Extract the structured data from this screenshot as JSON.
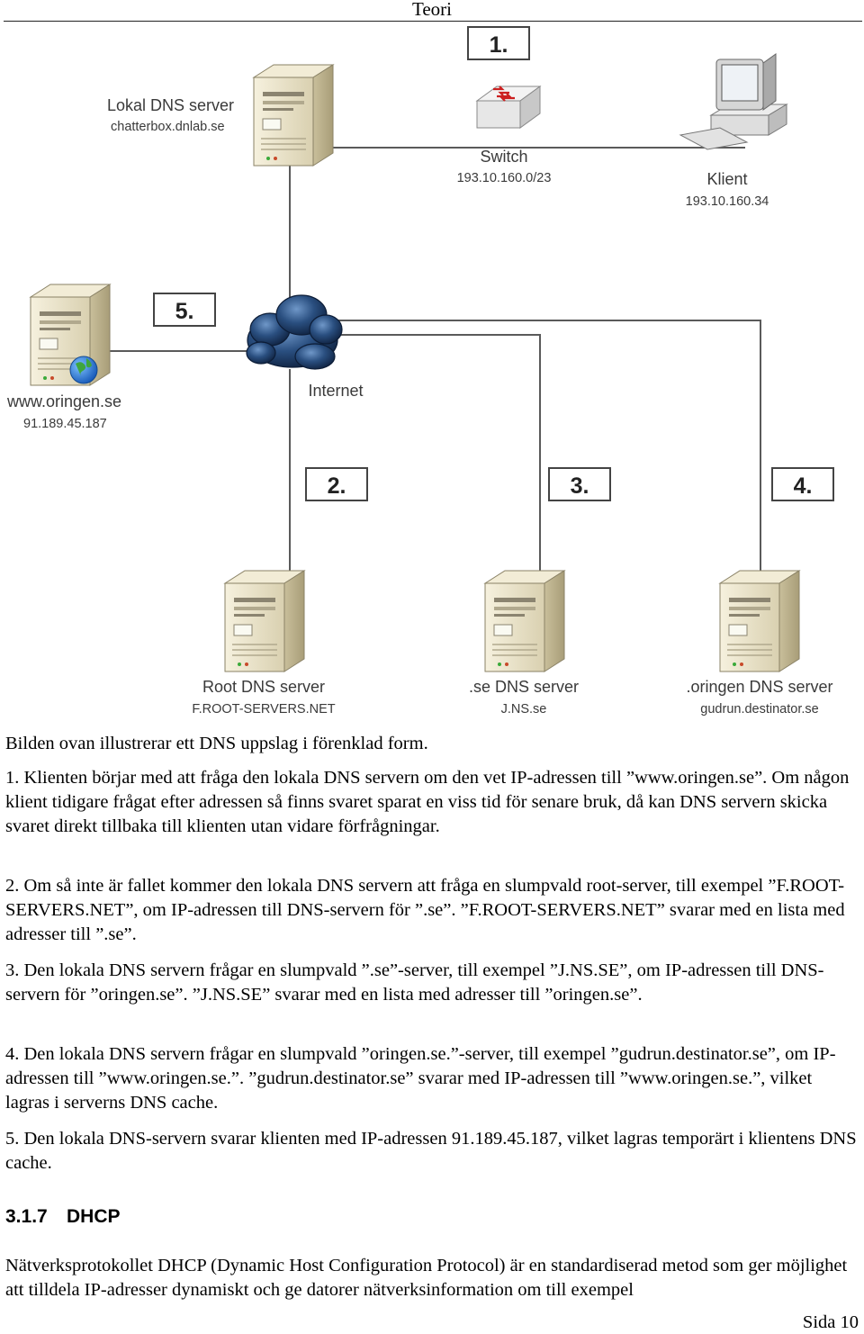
{
  "header": {
    "title": "Teori"
  },
  "diagram": {
    "nodes": {
      "local_dns": {
        "name": "Lokal DNS server",
        "host": "chatterbox.dnlab.se"
      },
      "switch": {
        "name": "Switch",
        "ip": "193.10.160.0/23"
      },
      "client": {
        "name": "Klient",
        "ip": "193.10.160.34"
      },
      "website": {
        "name": "www.oringen.se",
        "ip": "91.189.45.187"
      },
      "internet": {
        "name": "Internet"
      },
      "root_dns": {
        "name": "Root DNS server",
        "host": "F.ROOT-SERVERS.NET"
      },
      "se_dns": {
        "name": ".se DNS server",
        "host": "J.NS.se"
      },
      "oringen_dns": {
        "name": ".oringen DNS server",
        "host": "gudrun.destinator.se"
      }
    },
    "steps": [
      "1.",
      "2.",
      "3.",
      "4.",
      "5."
    ],
    "icons": [
      "server-icon",
      "switch-icon",
      "desktop-computer-icon",
      "globe-icon",
      "cloud-icon"
    ],
    "colors": {
      "line": "#5a5a5a",
      "server": "#e9e2c9",
      "cloud": "#1c3a63"
    }
  },
  "body": {
    "intro": "Bilden ovan illustrerar ett DNS uppslag i förenklad form.",
    "steps": [
      "1. Klienten börjar med att fråga den lokala DNS servern om den vet IP-adressen till ”www.oringen.se”. Om någon klient tidigare frågat efter adressen så finns svaret sparat en viss tid för senare bruk, då kan DNS servern skicka svaret direkt tillbaka till klienten utan vidare förfrågningar.",
      "2. Om så inte är fallet kommer den lokala DNS servern att fråga en slumpvald root-server, till exempel ”F.ROOT-SERVERS.NET”, om IP-adressen till DNS-servern för ”.se”. ”F.ROOT-SERVERS.NET” svarar med en lista med adresser till ”.se”.",
      "3. Den lokala DNS servern frågar en slumpvald ”.se”-server, till exempel ”J.NS.SE”, om IP-adressen till DNS-servern för ”oringen.se”. ”J.NS.SE” svarar med en lista med adresser till ”oringen.se”.",
      "4. Den lokala DNS servern frågar en slumpvald ”oringen.se.”-server, till exempel ”gudrun.destinator.se”, om IP-adressen till ”www.oringen.se.”. ”gudrun.destinator.se” svarar med IP-adressen till ”www.oringen.se.”, vilket lagras i serverns DNS cache.",
      "5. Den lokala DNS-servern svarar klienten med IP-adressen 91.189.45.187, vilket lagras temporärt i klientens DNS cache."
    ]
  },
  "section": {
    "number": "3.1.7",
    "title": "DHCP",
    "paragraph": "Nätverksprotokollet DHCP (Dynamic Host Configuration Protocol) är en standardiserad metod som ger möjlighet att tilldela IP-adresser dynamiskt och ge datorer nätverksinformation om till exempel"
  },
  "footer": {
    "page_label": "Sida 10"
  }
}
